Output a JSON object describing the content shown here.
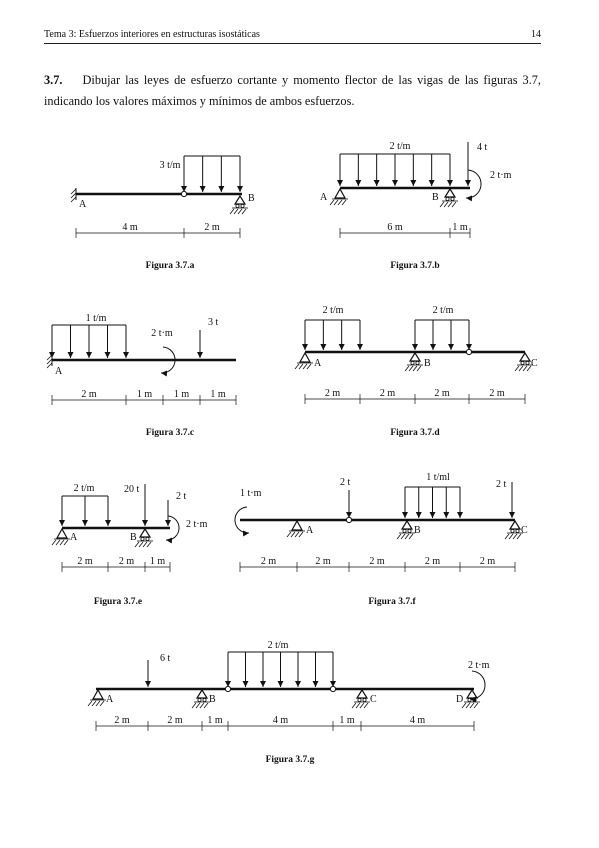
{
  "header": {
    "title": "Tema 3: Esfuerzos interiores en estructuras isostáticas",
    "page": "14"
  },
  "exercise": {
    "number": "3.7.",
    "text": "Dibujar las leyes de esfuerzo cortante y momento flector de las vigas de las figuras 3.7, indicando los valores máximos y mínimos de ambos esfuerzos."
  },
  "figures": {
    "a": {
      "caption": "Figura 3.7.a",
      "load": "3 t/m",
      "A": "A",
      "B": "B",
      "d1": "4 m",
      "d2": "2 m"
    },
    "b": {
      "caption": "Figura 3.7.b",
      "load": "2 t/m",
      "P": "4 t",
      "M": "2 t·m",
      "A": "A",
      "B": "B",
      "d1": "6 m",
      "d2": "1 m"
    },
    "c": {
      "caption": "Figura 3.7.c",
      "load": "1 t/m",
      "M": "2 t·m",
      "P": "3 t",
      "A": "A",
      "d1": "2 m",
      "d2": "1 m",
      "d3": "1 m",
      "d4": "1 m"
    },
    "d": {
      "caption": "Figura 3.7.d",
      "load1": "2 t/m",
      "load2": "2 t/m",
      "A": "A",
      "B": "B",
      "C": "C",
      "d1": "2 m",
      "d2": "2 m",
      "d3": "2 m",
      "d4": "2 m"
    },
    "e": {
      "caption": "Figura 3.7.e",
      "load": "2 t/m",
      "P1": "20 t",
      "P2": "2 t",
      "M": "2 t·m",
      "A": "A",
      "B": "B",
      "d1": "2 m",
      "d2": "2 m",
      "d3": "1 m"
    },
    "f": {
      "caption": "Figura 3.7.f",
      "M": "1 t·m",
      "P1": "2 t",
      "load": "1 t/ml",
      "P2": "2 t",
      "A": "A",
      "B": "B",
      "C": "C",
      "d1": "2 m",
      "d2": "2 m",
      "d3": "2 m",
      "d4": "2 m",
      "d5": "2 m"
    },
    "g": {
      "caption": "Figura 3.7.g",
      "P": "6 t",
      "load": "2 t/m",
      "M": "2 t·m",
      "A": "A",
      "B": "B",
      "C": "C",
      "D": "D",
      "d1": "2 m",
      "d2": "2 m",
      "d3": "1 m",
      "d4": "4 m",
      "d5": "1 m",
      "d6": "4 m"
    }
  }
}
